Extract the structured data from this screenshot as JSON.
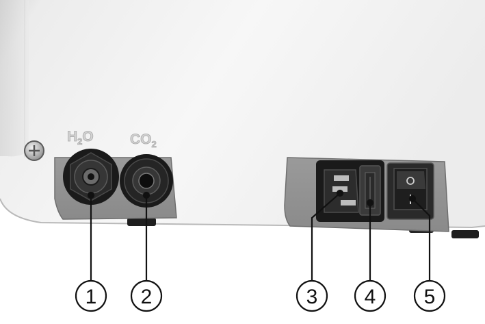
{
  "labels": {
    "h2o": {
      "main": "H",
      "sub": "2",
      "tail": "O"
    },
    "co2": {
      "main": "CO",
      "sub": "2"
    }
  },
  "callouts": [
    {
      "number": "1",
      "part": "h2o-connector"
    },
    {
      "number": "2",
      "part": "co2-connector"
    },
    {
      "number": "3",
      "part": "power-inlet"
    },
    {
      "number": "4",
      "part": "fuse-holder"
    },
    {
      "number": "5",
      "part": "power-switch"
    }
  ]
}
